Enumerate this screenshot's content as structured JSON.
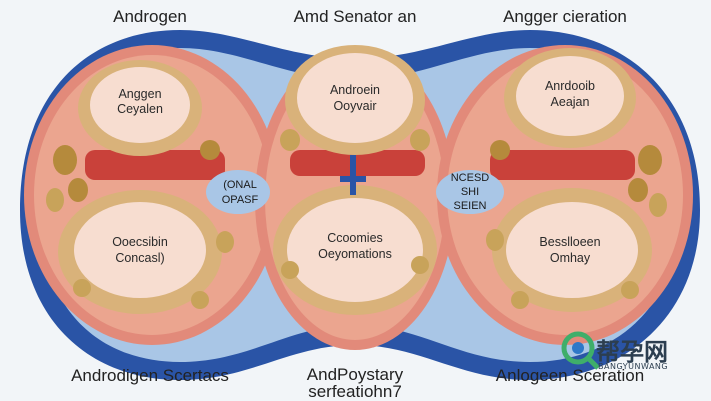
{
  "labels": {
    "top_left": "Androgen",
    "top_center": "Amd Senator an",
    "top_right": "Angger cieration",
    "bottom_left": "Androdigen Scertacs",
    "bottom_center_line1": "AndPoystary",
    "bottom_center_line2": "serfeatiohn7",
    "bottom_right": "Anlogeen Sceration"
  },
  "cells": {
    "left_top_line1": "Anggen",
    "left_top_line2": "Ceyalen",
    "left_bottom_line1": "Ooecsibin",
    "left_bottom_line2": "Concasl)",
    "center_top_line1": "Androein",
    "center_top_line2": "Ooyvair",
    "center_bottom_line1": "Ccoomies",
    "center_bottom_line2": "Oeyomations",
    "right_top_line1": "Anrdooib",
    "right_top_line2": "Aeajan",
    "right_bottom_line1": "Besslloeen",
    "right_bottom_line2": "Omhay"
  },
  "side_text": {
    "left_line1": "(ONAL",
    "left_line2": "OPASF",
    "right_line1": "NCESD",
    "right_line2": "SHI",
    "right_line3": "SEIEN"
  },
  "watermark": {
    "text": "帮孕网",
    "sub": "BANGYUNWANG"
  },
  "colors": {
    "outer_blue": "#2a54a6",
    "inner_blue": "#a9c6e6",
    "tissue_pink": "#e28a7a",
    "tissue_red": "#c9413a",
    "follicle": "#f7ddd0",
    "cell_fill": "#f3d6a8",
    "cell_dark": "#b58a3c"
  }
}
